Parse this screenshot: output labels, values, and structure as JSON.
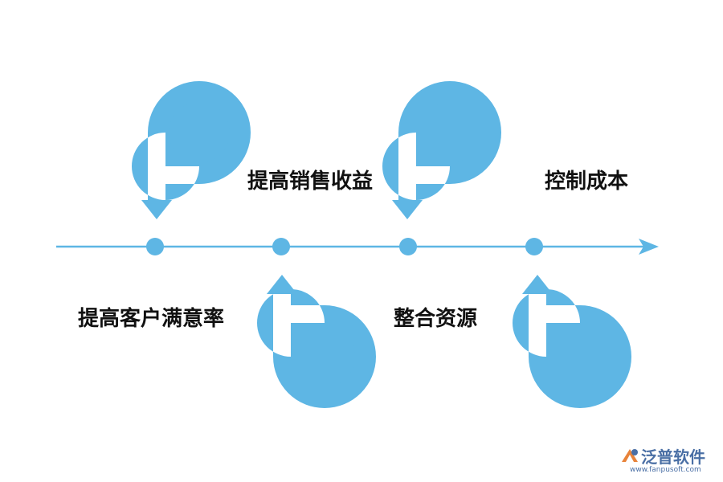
{
  "diagram": {
    "steps_top": [
      {
        "label": "提高销售收益"
      },
      {
        "label": "控制成本"
      }
    ],
    "steps_bottom": [
      {
        "label": "提高客户满意率"
      },
      {
        "label": "整合资源"
      }
    ],
    "colors": {
      "accent": "#5eb6e4",
      "text": "#111111"
    }
  },
  "logo": {
    "name": "泛普软件",
    "url": "www.fanpusoft.com"
  }
}
